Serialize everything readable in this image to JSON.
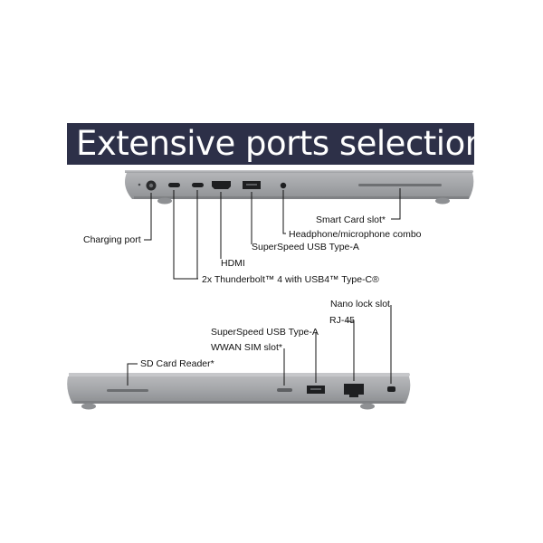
{
  "banner": {
    "title": "Extensive ports selection",
    "bg_color": "#2d3048"
  },
  "laptop_color": "#a5a7aa",
  "top_side_labels": {
    "smart_card": "Smart Card slot*",
    "headphone": "Headphone/microphone combo",
    "charging": "Charging port",
    "usb_a": "SuperSpeed USB Type-A",
    "hdmi": "HDMI",
    "thunderbolt": "2x Thunderbolt™ 4 with USB4™ Type-C®"
  },
  "bottom_side_labels": {
    "nano_lock": "Nano lock slot",
    "rj45": "RJ-45",
    "usb_a": "SuperSpeed USB Type-A",
    "wwan": "WWAN SIM slot*",
    "sd_card": "SD Card Reader*"
  }
}
